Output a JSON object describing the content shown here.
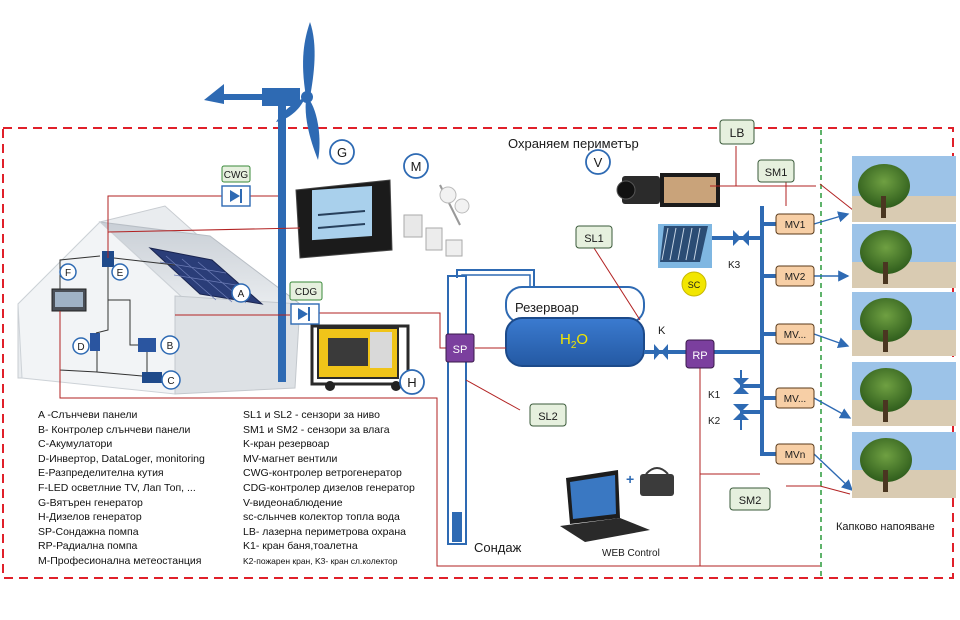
{
  "perimeter_title": "Охраняем периметър",
  "drip_title": "Капково напояване",
  "tank_label": "Резервоар",
  "h2o_main": "H",
  "h2o_sub": "2",
  "h2o_end": "O",
  "well_label": "Сондаж",
  "web_control": "WEB Control",
  "tags": {
    "A": "A",
    "B": "B",
    "C": "C",
    "D": "D",
    "E": "E",
    "F": "F",
    "G": "G",
    "H": "H",
    "M": "M",
    "V": "V",
    "SC": "SC"
  },
  "boxes": {
    "CWG": "CWG",
    "CDG": "CDG",
    "LB": "LB",
    "SM1": "SM1",
    "SM2": "SM2",
    "SL1": "SL1",
    "SL2": "SL2",
    "SP": "SP",
    "RP": "RP"
  },
  "valves": {
    "K": "K",
    "K1": "K1",
    "K2": "K2",
    "K3": "K3"
  },
  "mv": [
    "MV1",
    "MV2",
    "MV...",
    "MV...",
    "MVn"
  ],
  "legend_left": [
    "A -Слънчеви панели",
    "B- Контролер слънчеви панели",
    "C-Акумулатори",
    "D-Инвертор, DataLoger, monitoring",
    "E-Разпределителна кутия",
    "F-LED осветлние TV, Лап Топ, ...",
    "G-Вятърен генератор",
    "H-Дизелов генератор",
    "SP-Сондажна помпа",
    "RP-Радиална помпа",
    "M-Професионална метеостанция"
  ],
  "legend_right": [
    "SL1 и SL2 - сензори за ниво",
    "SM1 и SM2 - сензори за влага",
    "K-кран резервоар",
    "MV-магнет вентили",
    "CWG-контролер ветрогенератор",
    "CDG-контролер дизелов генератор",
    "V-видеонаблюдение",
    "sc-сльнчев колектор топла вода",
    "LB- лазерна периметрова охрана",
    "K1- кран баня,тоалетна",
    "K2-пожарен кран, K3- кран сл.колектор"
  ],
  "colors": {
    "pipe": "#2e6ab3",
    "wire": "#b22222",
    "perimeter": "#e0202a",
    "drip_divider": "#2a9a3a",
    "box_fill": "#e6f0de",
    "mv_fill": "#f7cfa6",
    "pump_fill": "#7b3f9e",
    "sc_fill": "#f2e600"
  }
}
